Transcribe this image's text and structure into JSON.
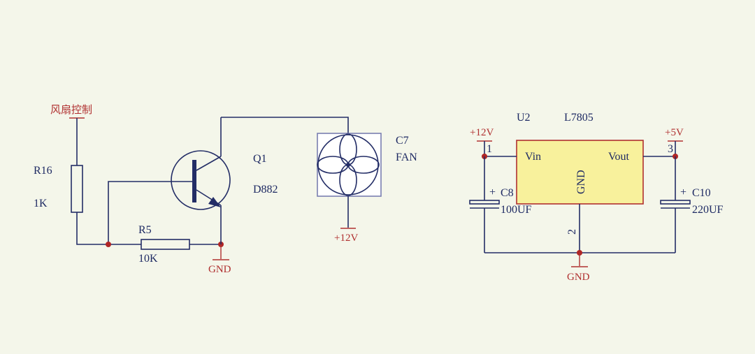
{
  "colors": {
    "background": "#f4f6ea",
    "wire": "#232d66",
    "power_label": "#b03030",
    "junction": "#b02525",
    "regulator_fill": "#f8f19c",
    "regulator_border": "#b03030",
    "fan_fill": "#ffffff",
    "fan_border": "#7a7fb0"
  },
  "fan_circuit": {
    "control_net": "风扇控制",
    "r16": {
      "ref": "R16",
      "value": "1K"
    },
    "r5": {
      "ref": "R5",
      "value": "10K"
    },
    "q1": {
      "ref": "Q1",
      "part": "D882"
    },
    "fan": {
      "ref": "C7",
      "label": "FAN"
    },
    "fan_supply": "+12V",
    "ground": "GND"
  },
  "regulator_circuit": {
    "u2": {
      "ref": "U2",
      "part": "L7805",
      "pin_vin": "Vin",
      "pin_vout": "Vout",
      "pin_gnd": "GND"
    },
    "input_supply": "+12V",
    "output_supply": "+5V",
    "pin1": "1",
    "pin2": "2",
    "pin3": "3",
    "c8": {
      "ref": "C8",
      "value": "100UF"
    },
    "c10": {
      "ref": "C10",
      "value": "220UF"
    },
    "plus_sign": "+",
    "ground": "GND"
  }
}
